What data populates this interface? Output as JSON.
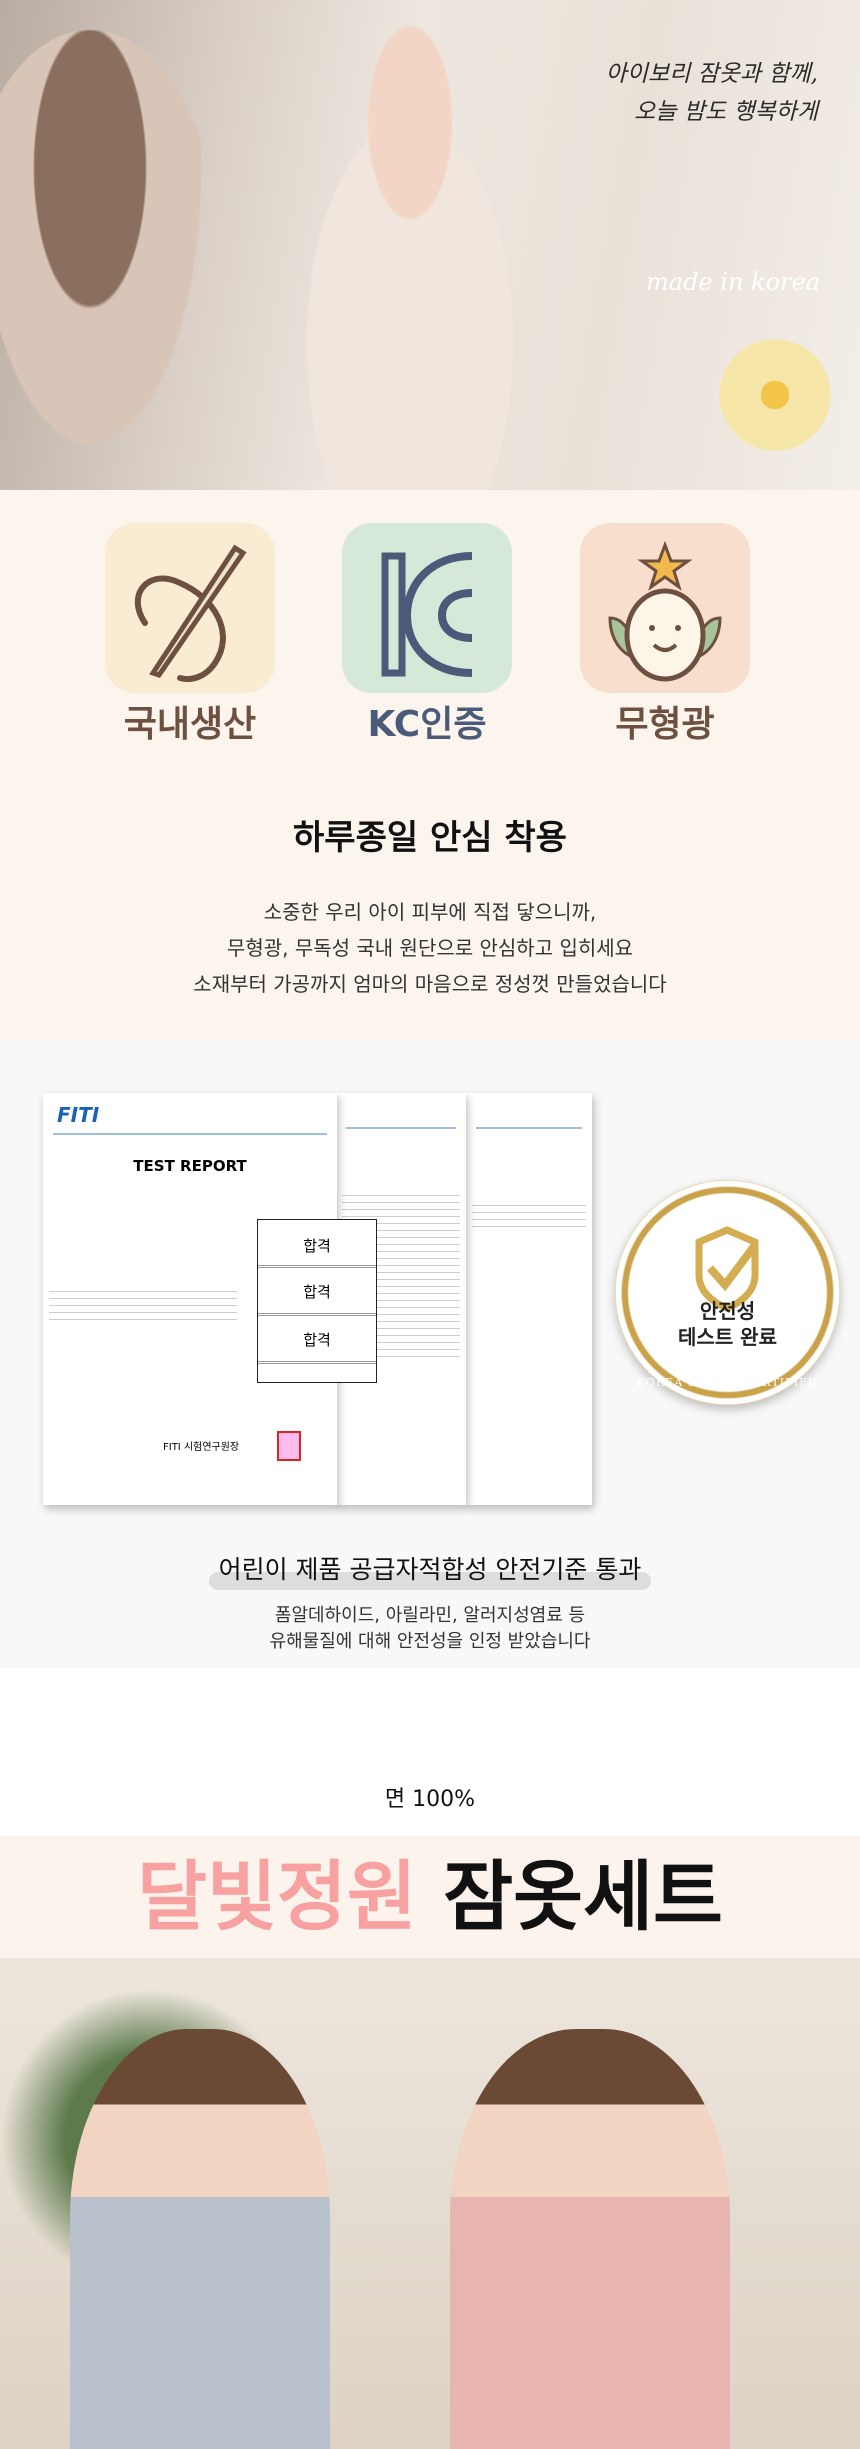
{
  "hero": {
    "tagline_line1": "아이보리 잠옷과 함께,",
    "tagline_line2": "오늘 밤도 행복하게",
    "made_in": "made in korea"
  },
  "features": {
    "items": [
      {
        "label": "국내생산",
        "icon": "needle-thread-icon",
        "color": "#6e5040",
        "bg": "#f9ecd2"
      },
      {
        "label": "KC인증",
        "icon": "kc-mark-icon",
        "color": "#4a5a78",
        "bg": "#d6e8d8"
      },
      {
        "label": "무형광",
        "icon": "smiley-sprout-icon",
        "color": "#6e5040",
        "bg": "#f8dfcd"
      }
    ],
    "heading": "하루종일 안심 착용",
    "lines": [
      "소중한 우리 아이 피부에 직접 닿으니까,",
      "무형광, 무독성 국내 원단으로 안심하고 입히세요",
      "소재부터 가공까지 엄마의 마음으로 정성껏 만들었습니다"
    ]
  },
  "certificate": {
    "logo": "FITI",
    "report_title": "TEST REPORT",
    "results": [
      "합격",
      "합격",
      "합격"
    ],
    "institute": "FITI 시험연구원장",
    "badge_line1": "안전성",
    "badge_line2": "테스트 완료",
    "badge_ring": "KOREA SAFETY CERTIFIED",
    "heading": "어린이 제품 공급자적합성 안전기준 통과",
    "lines": [
      "폼알데하이드, 아릴라민, 알러지성염료 등",
      "유해물질에 대해 안전성을 인정 받았습니다"
    ]
  },
  "product": {
    "material": "면 100%",
    "name_accent": "달빛정원",
    "name_rest": "잠옷세트",
    "accent_color": "#f7a1a1"
  }
}
